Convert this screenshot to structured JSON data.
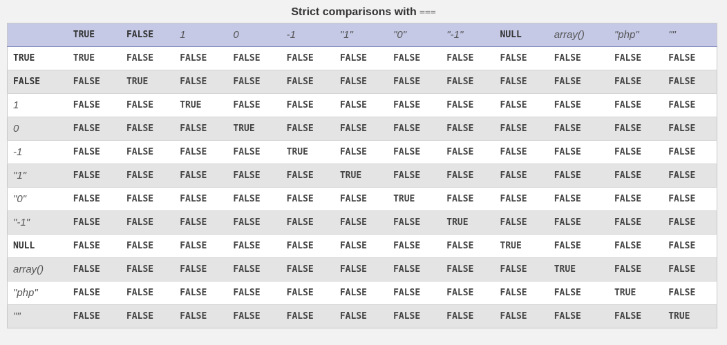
{
  "caption": {
    "text": "Strict comparisons with",
    "operator": "==="
  },
  "columns": [
    {
      "label": "TRUE",
      "style": "kw"
    },
    {
      "label": "FALSE",
      "style": "kw"
    },
    {
      "label": "1",
      "style": "it"
    },
    {
      "label": "0",
      "style": "it"
    },
    {
      "label": "-1",
      "style": "it"
    },
    {
      "label": "\"1\"",
      "style": "it"
    },
    {
      "label": "\"0\"",
      "style": "it"
    },
    {
      "label": "\"-1\"",
      "style": "it"
    },
    {
      "label": "NULL",
      "style": "kw"
    },
    {
      "label": "array()",
      "style": "it"
    },
    {
      "label": "\"php\"",
      "style": "it"
    },
    {
      "label": "\"\"",
      "style": "it"
    }
  ],
  "rows": [
    {
      "label": "TRUE",
      "style": "kw",
      "values": [
        "TRUE",
        "FALSE",
        "FALSE",
        "FALSE",
        "FALSE",
        "FALSE",
        "FALSE",
        "FALSE",
        "FALSE",
        "FALSE",
        "FALSE",
        "FALSE"
      ]
    },
    {
      "label": "FALSE",
      "style": "kw",
      "values": [
        "FALSE",
        "TRUE",
        "FALSE",
        "FALSE",
        "FALSE",
        "FALSE",
        "FALSE",
        "FALSE",
        "FALSE",
        "FALSE",
        "FALSE",
        "FALSE"
      ]
    },
    {
      "label": "1",
      "style": "it",
      "values": [
        "FALSE",
        "FALSE",
        "TRUE",
        "FALSE",
        "FALSE",
        "FALSE",
        "FALSE",
        "FALSE",
        "FALSE",
        "FALSE",
        "FALSE",
        "FALSE"
      ]
    },
    {
      "label": "0",
      "style": "it",
      "values": [
        "FALSE",
        "FALSE",
        "FALSE",
        "TRUE",
        "FALSE",
        "FALSE",
        "FALSE",
        "FALSE",
        "FALSE",
        "FALSE",
        "FALSE",
        "FALSE"
      ]
    },
    {
      "label": "-1",
      "style": "it",
      "values": [
        "FALSE",
        "FALSE",
        "FALSE",
        "FALSE",
        "TRUE",
        "FALSE",
        "FALSE",
        "FALSE",
        "FALSE",
        "FALSE",
        "FALSE",
        "FALSE"
      ]
    },
    {
      "label": "\"1\"",
      "style": "it",
      "values": [
        "FALSE",
        "FALSE",
        "FALSE",
        "FALSE",
        "FALSE",
        "TRUE",
        "FALSE",
        "FALSE",
        "FALSE",
        "FALSE",
        "FALSE",
        "FALSE"
      ]
    },
    {
      "label": "\"0\"",
      "style": "it",
      "values": [
        "FALSE",
        "FALSE",
        "FALSE",
        "FALSE",
        "FALSE",
        "FALSE",
        "TRUE",
        "FALSE",
        "FALSE",
        "FALSE",
        "FALSE",
        "FALSE"
      ]
    },
    {
      "label": "\"-1\"",
      "style": "it",
      "values": [
        "FALSE",
        "FALSE",
        "FALSE",
        "FALSE",
        "FALSE",
        "FALSE",
        "FALSE",
        "TRUE",
        "FALSE",
        "FALSE",
        "FALSE",
        "FALSE"
      ]
    },
    {
      "label": "NULL",
      "style": "kw",
      "values": [
        "FALSE",
        "FALSE",
        "FALSE",
        "FALSE",
        "FALSE",
        "FALSE",
        "FALSE",
        "FALSE",
        "TRUE",
        "FALSE",
        "FALSE",
        "FALSE"
      ]
    },
    {
      "label": "array()",
      "style": "it",
      "values": [
        "FALSE",
        "FALSE",
        "FALSE",
        "FALSE",
        "FALSE",
        "FALSE",
        "FALSE",
        "FALSE",
        "FALSE",
        "TRUE",
        "FALSE",
        "FALSE"
      ]
    },
    {
      "label": "\"php\"",
      "style": "it",
      "values": [
        "FALSE",
        "FALSE",
        "FALSE",
        "FALSE",
        "FALSE",
        "FALSE",
        "FALSE",
        "FALSE",
        "FALSE",
        "FALSE",
        "TRUE",
        "FALSE"
      ]
    },
    {
      "label": "\"\"",
      "style": "it",
      "values": [
        "FALSE",
        "FALSE",
        "FALSE",
        "FALSE",
        "FALSE",
        "FALSE",
        "FALSE",
        "FALSE",
        "FALSE",
        "FALSE",
        "FALSE",
        "TRUE"
      ]
    }
  ],
  "colors": {
    "header_bg": "#c5c9e6",
    "row_odd": "#ffffff",
    "row_even": "#e4e4e4",
    "page_bg": "#f2f2f2"
  }
}
